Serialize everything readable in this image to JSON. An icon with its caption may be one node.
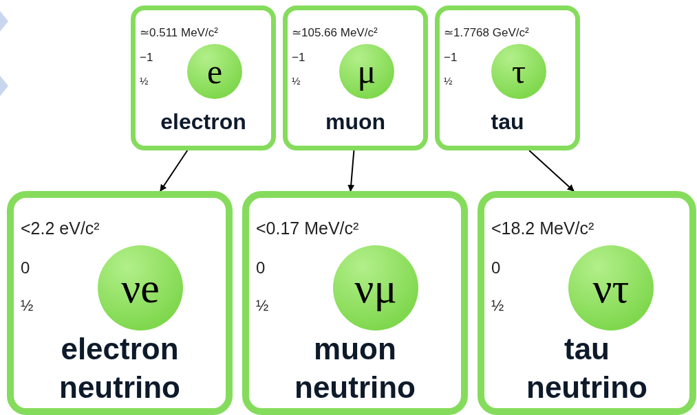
{
  "diagram": {
    "nodes": [
      {
        "text": [
          "≃0.511 MeV/c²",
          "−1",
          "½",
          "electron"
        ]
      },
      {
        "text": [
          "e"
        ],
        "in": 0
      },
      {
        "text": [
          "≃105.66 MeV/c²",
          "−1",
          "½",
          "muon"
        ]
      },
      {
        "text": [
          "μ"
        ],
        "in": 2
      },
      {
        "text": [
          "≃1.7768 GeV/c²",
          "−1",
          "½",
          "tau"
        ]
      },
      {
        "text": [
          "τ"
        ],
        "in": 4
      },
      {
        "text": [
          "<2.2 eV/c²",
          "0",
          "½",
          "electron neutrino"
        ]
      },
      {
        "text": [
          "νe"
        ],
        "in": 6
      },
      {
        "text": [
          "<0.17 MeV/c²",
          "0",
          "½",
          "muon neutrino"
        ]
      },
      {
        "text": [
          "νμ"
        ],
        "in": 8
      },
      {
        "text": [
          "<18.2 MeV/c²",
          "0",
          "½",
          "tau neutrino"
        ]
      },
      {
        "text": [
          "ντ"
        ],
        "in": 10
      }
    ],
    "edges": [
      {
        "from": 0,
        "to": 6,
        "arrow": "to"
      },
      {
        "from": 2,
        "to": 8,
        "arrow": "to"
      },
      {
        "from": 4,
        "to": 10,
        "arrow": "to"
      }
    ]
  }
}
